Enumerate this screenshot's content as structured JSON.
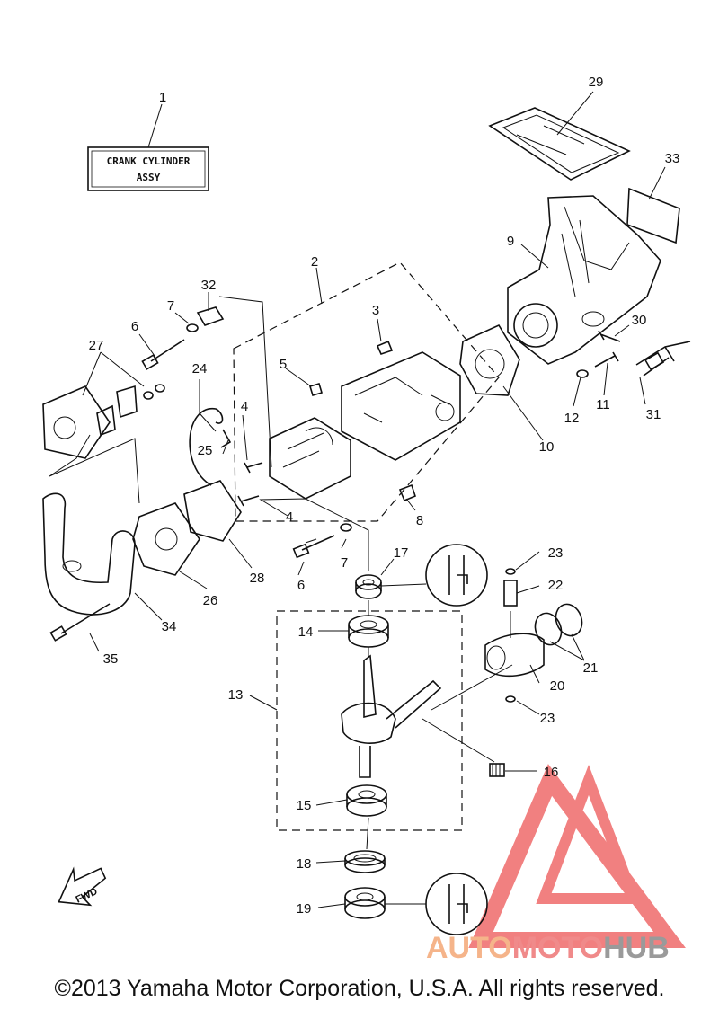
{
  "diagram": {
    "label_box": {
      "line1": "CRANK CYLINDER",
      "line2": "ASSY"
    },
    "fwd_arrow_label": "FWD",
    "callouts": [
      "1",
      "2",
      "3",
      "4",
      "4",
      "5",
      "6",
      "6",
      "7",
      "7",
      "8",
      "9",
      "10",
      "11",
      "12",
      "13",
      "14",
      "15",
      "16",
      "17",
      "18",
      "19",
      "20",
      "21",
      "22",
      "23",
      "23",
      "24",
      "25",
      "26",
      "27",
      "28",
      "29",
      "30",
      "31",
      "32",
      "33",
      "34",
      "35"
    ]
  },
  "watermark": {
    "part1": "AUTO",
    "part2": "MOTO",
    "part3": "HUB",
    "colors": {
      "auto": "#f5b48a",
      "moto": "#f08a8a",
      "hub": "#9a9a9a",
      "logo": "#ef6b6b"
    }
  },
  "footer": {
    "copyright": "©2013 Yamaha Motor Corporation, U.S.A. All rights reserved."
  }
}
